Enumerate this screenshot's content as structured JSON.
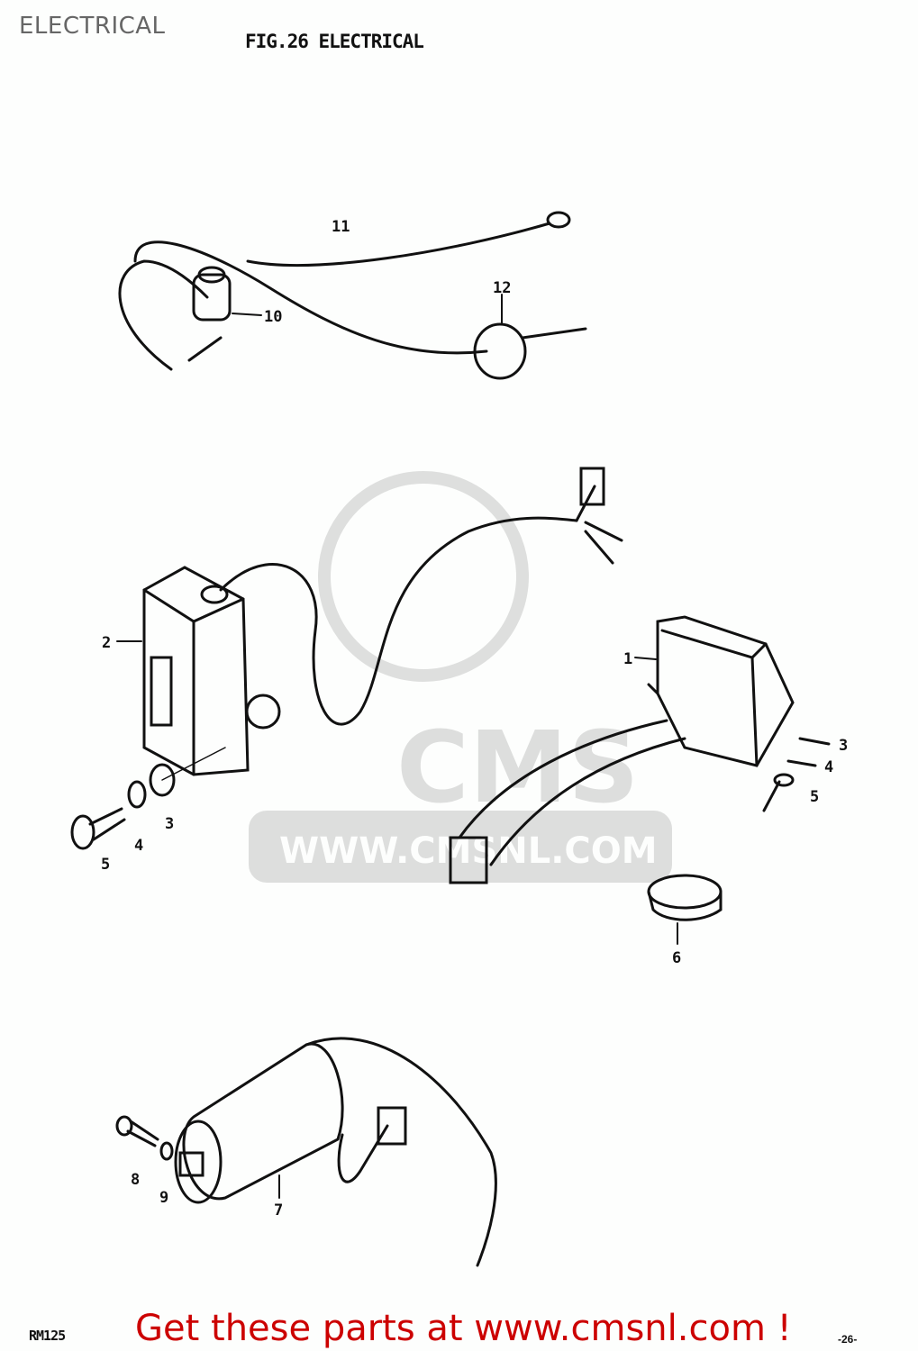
{
  "page_title": "ELECTRICAL",
  "figure_title": "FIG.26  ELECTRICAL",
  "watermark": {
    "logo_text": "CMS",
    "url_text": "WWW.CMSNL.COM"
  },
  "callouts": {
    "c11": "11",
    "c12": "12",
    "c10": "10",
    "c2": "2",
    "c1": "1",
    "c3a": "3",
    "c4a": "4",
    "c5a": "5",
    "c3b": "3",
    "c4b": "4",
    "c5b": "5",
    "c6": "6",
    "c8": "8",
    "c9": "9",
    "c7": "7"
  },
  "footer": {
    "model": "RM125",
    "page_number": "-26-",
    "promo": "Get these parts at www.cmsnl.com !"
  }
}
